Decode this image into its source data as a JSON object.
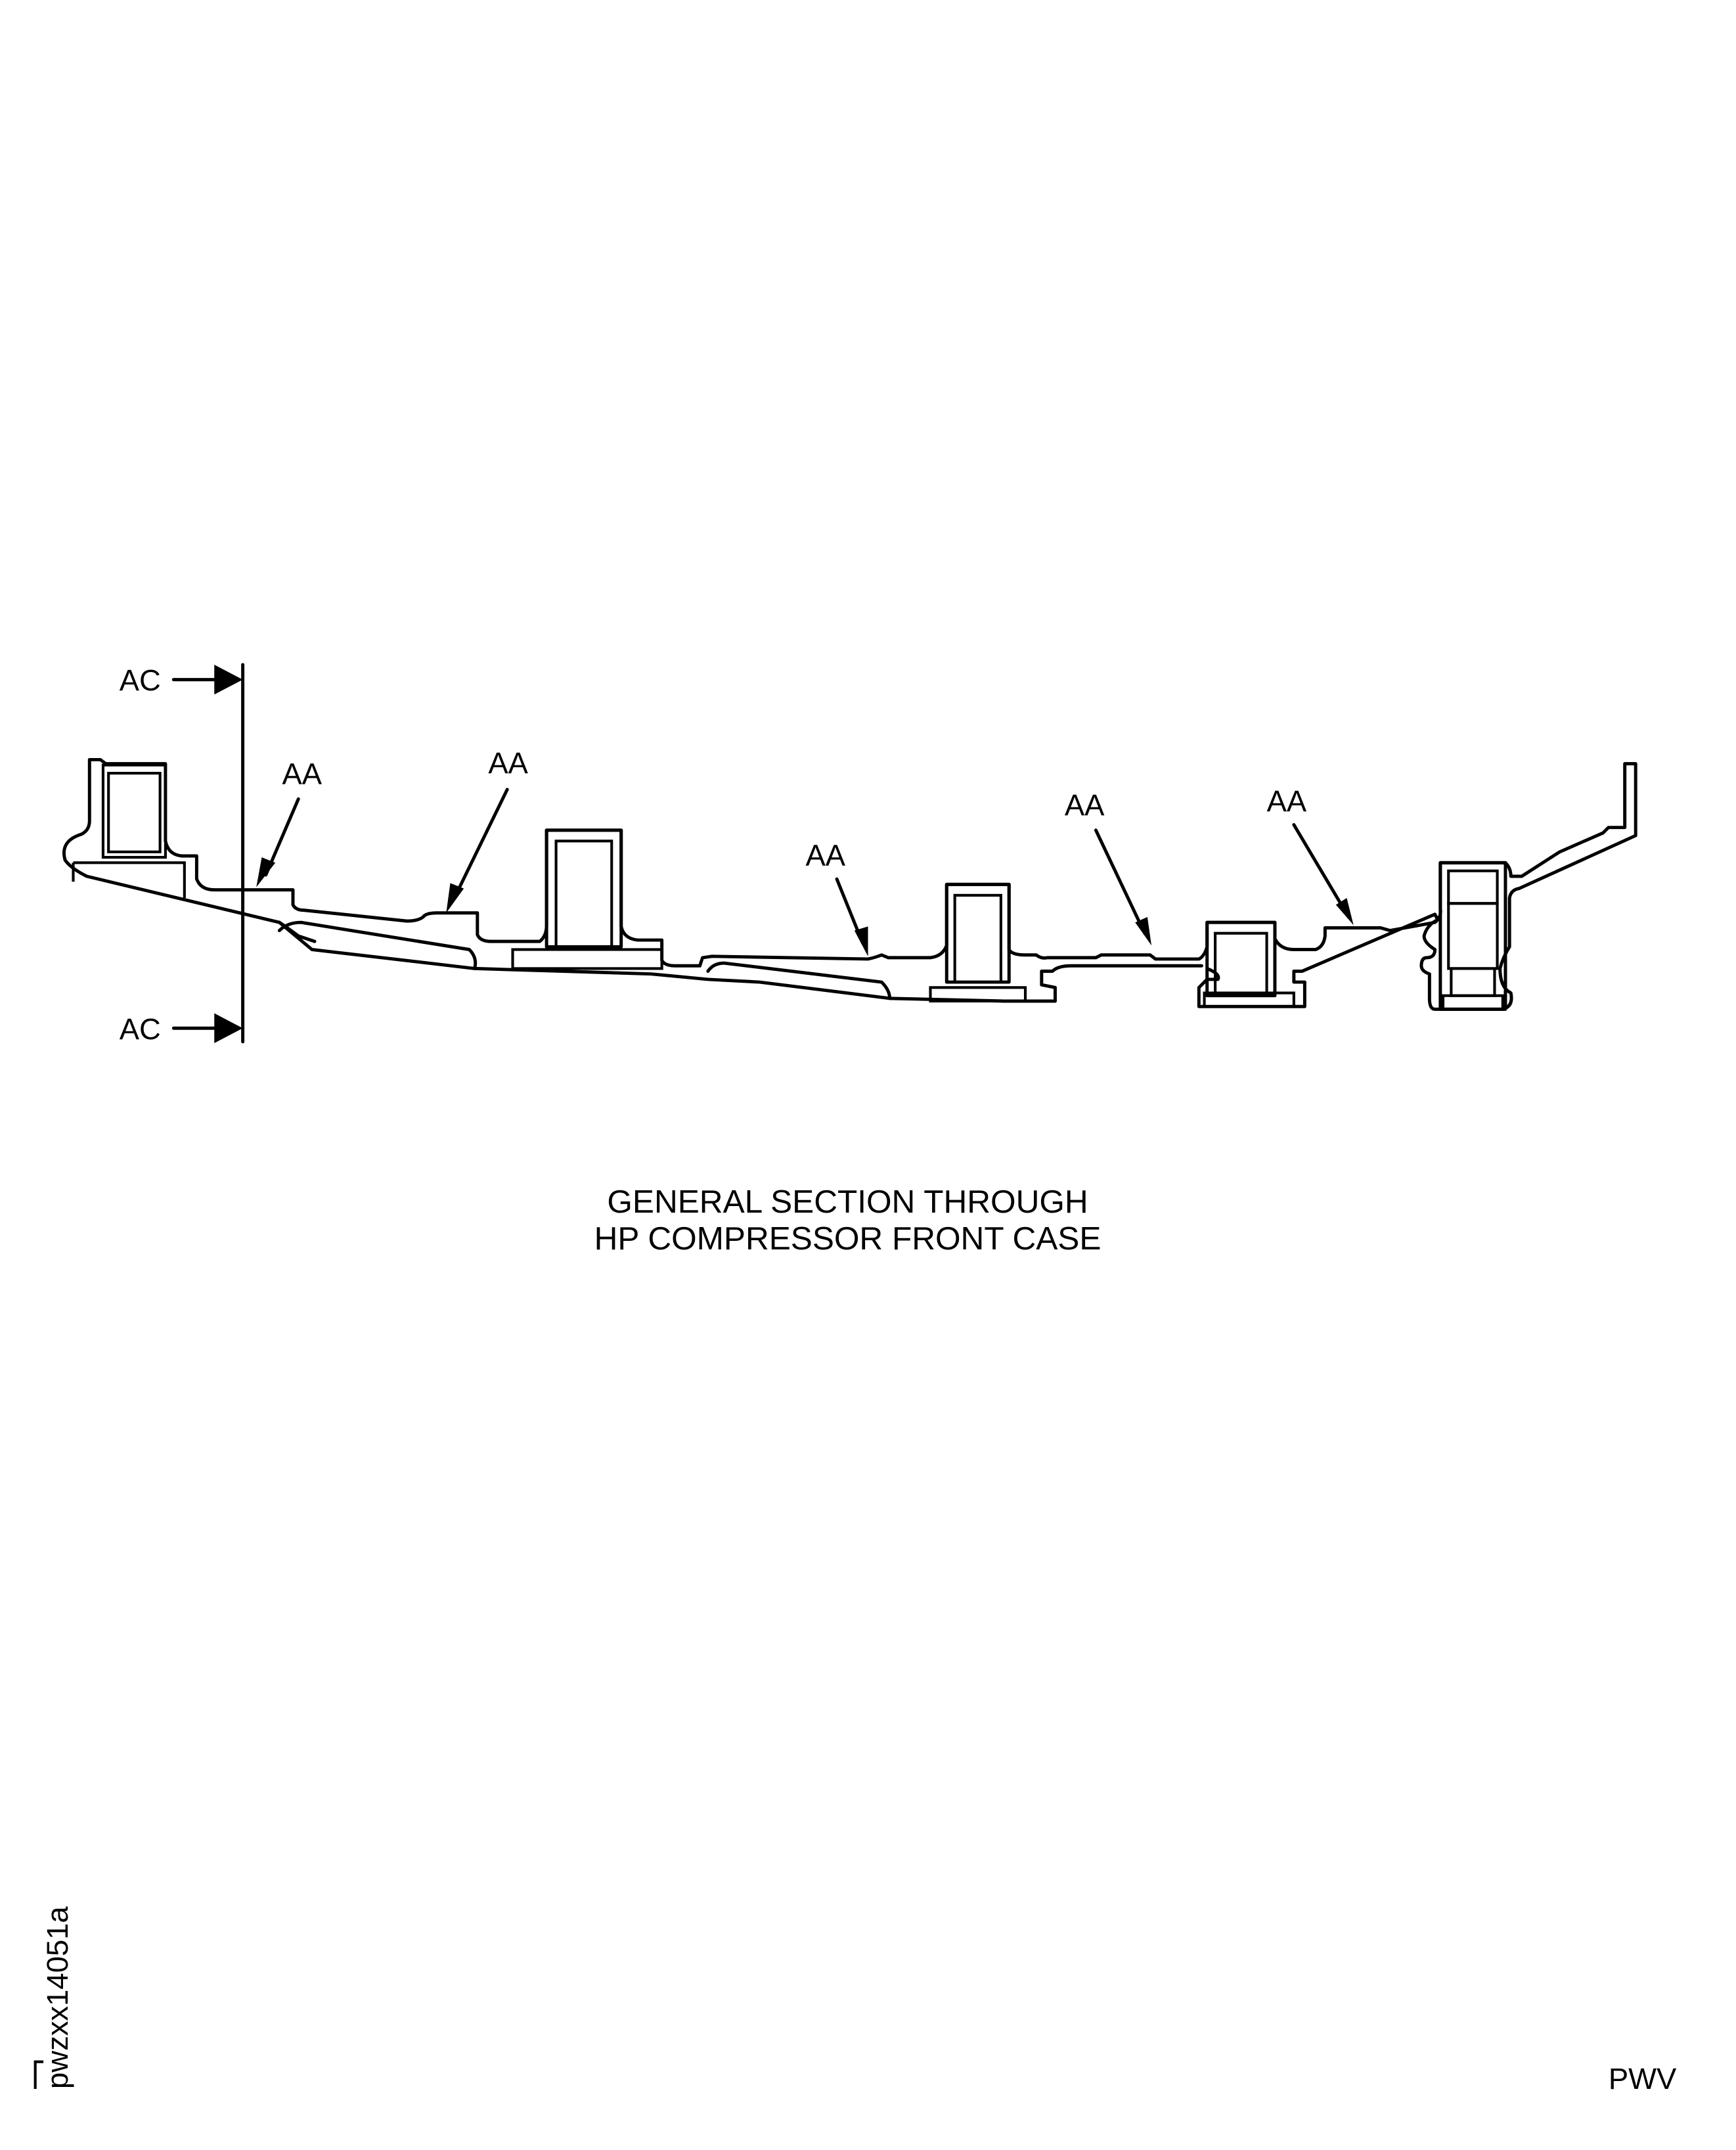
{
  "diagram": {
    "title_line1": "GENERAL SECTION THROUGH",
    "title_line2": "HP COMPRESSOR FRONT CASE",
    "section_marker": {
      "top_label": "AC",
      "bottom_label": "AC"
    },
    "callouts": [
      {
        "label": "AA"
      },
      {
        "label": "AA"
      },
      {
        "label": "AA"
      },
      {
        "label": "AA"
      },
      {
        "label": "AA"
      }
    ],
    "figure_id": "pwzxx14051a",
    "footer_code": "PWV"
  },
  "colors": {
    "line": "#000000",
    "background": "#ffffff"
  }
}
